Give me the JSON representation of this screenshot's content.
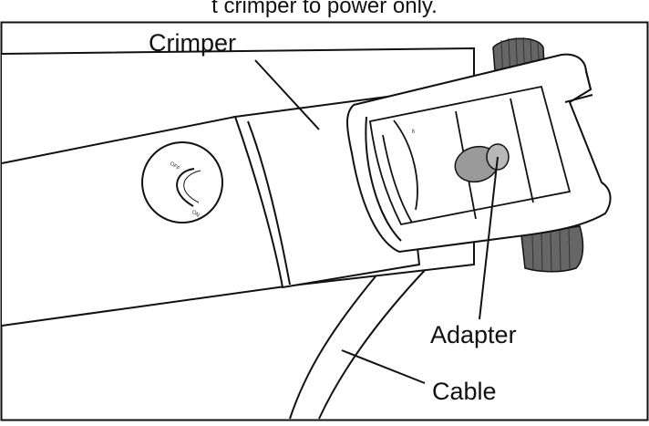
{
  "labels": {
    "top_fragment": "t crimper to power only.",
    "crimper": "Crimper",
    "adapter": "Adapter",
    "cable": "Cable"
  },
  "switch_marks": {
    "off": "OFF",
    "on": "ON"
  },
  "jaw_mark": "8",
  "colors": {
    "line": "#111111",
    "panel_bg": "#ffffff",
    "roller": "#666666",
    "pin": "#9a9a9a"
  }
}
